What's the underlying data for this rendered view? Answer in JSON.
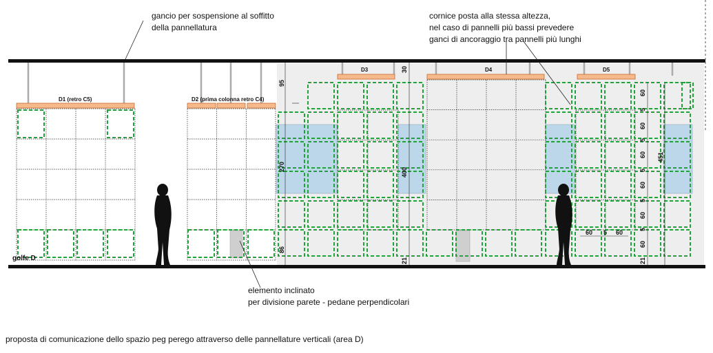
{
  "annotations": {
    "hook_note": [
      "gancio per sospensione al soffitto",
      "della pannellatura"
    ],
    "cornice_note": [
      "cornice posta alla stessa altezza,",
      " nel caso di pannelli più bassi prevedere",
      "ganci di ancoraggio tra pannelli più lunghi"
    ],
    "inclined_note": [
      "elemento inclinato",
      "per divisione parete - pedane perpendicolari"
    ],
    "caption": "proposta di comunicazione dello spazio peg perego attraverso delle pannellature verticali (area D)",
    "area_label": "golfe D"
  },
  "panel_labels": {
    "d1": "D1 (retro C5)",
    "d2": "D2 (prima colonna retro C4)",
    "d3": "D3",
    "d4": "D4",
    "d5": "D5"
  },
  "dimensions": {
    "d95": "95",
    "d270": "270",
    "d30": "30",
    "d400": "400",
    "d21a": "21",
    "d86": "86",
    "d60h1": "60",
    "d5h": "5",
    "d60h2": "60",
    "d451": "451",
    "d60v1": "60",
    "d60v2": "60",
    "d60v3": "60",
    "d60v4": "60",
    "d60v5": "60",
    "d60v6": "60",
    "d5v1": "5",
    "d5v2": "5",
    "d5v3": "5",
    "d5v4": "5",
    "d5v5": "5",
    "d21b": "21"
  },
  "colors": {
    "orange": "#f6b98c",
    "orange_stroke": "#c46a2c",
    "green": "#22a03a",
    "blue": "#bcd7ea",
    "wall": "#eeeeee"
  }
}
